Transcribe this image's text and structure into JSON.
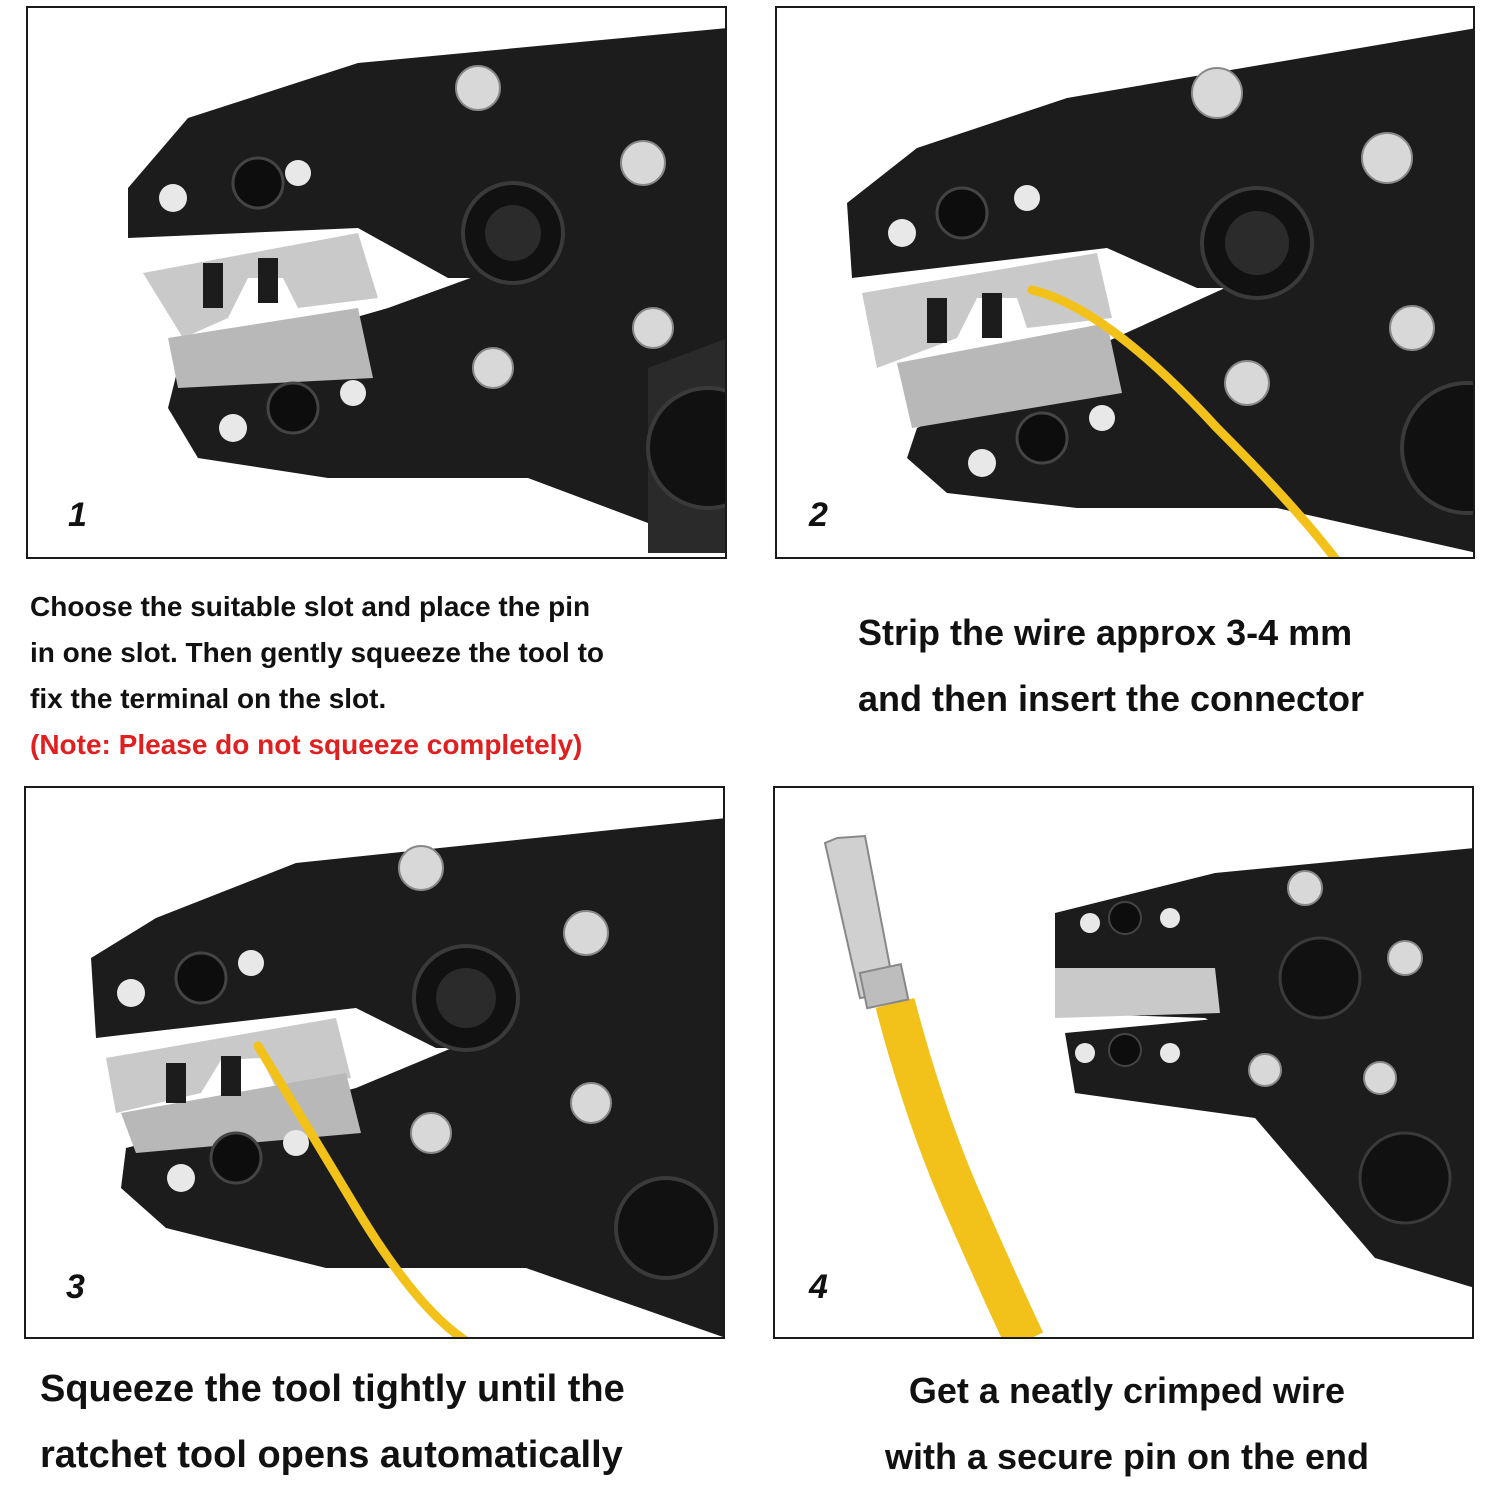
{
  "steps": [
    {
      "number": "1",
      "caption_lines": [
        "Choose the suitable slot and place the pin",
        "in one slot. Then gently squeeze the tool to",
        "fix the terminal on the slot."
      ],
      "note": "(Note: Please do not squeeze completely)"
    },
    {
      "number": "2",
      "caption_lines": [
        "Strip the wire approx 3-4 mm",
        "and then insert the connector"
      ]
    },
    {
      "number": "3",
      "caption_lines": [
        "Squeeze the tool tightly until the",
        "ratchet tool opens automatically"
      ]
    },
    {
      "number": "4",
      "caption_lines": [
        "Get a neatly crimped wire",
        "with a secure pin on the end"
      ]
    }
  ],
  "colors": {
    "tool_body": "#1c1c1c",
    "tool_highlight": "#3a3a3a",
    "steel": "#c9c9c9",
    "wire": "#f2c21b",
    "note_text": "#e02020"
  }
}
